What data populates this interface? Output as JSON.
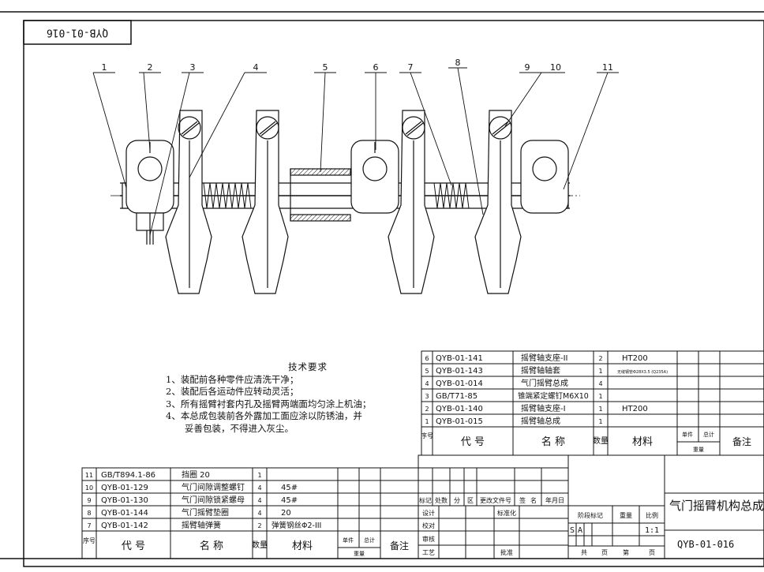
{
  "drawing_code_rotated": "QYB-01-016",
  "balloons": [
    "1",
    "2",
    "3",
    "4",
    "5",
    "6",
    "7",
    "8",
    "9",
    "10",
    "11"
  ],
  "tech_requirements": {
    "title": "技术要求",
    "items": [
      "1、装配前各种零件应清洗干净；",
      "2、装配后各运动件应转动灵活；",
      "3、所有摇臂衬套内孔及摇臂两端面均匀涂上机油；",
      "4、本总成包装前各外露加工面应涂以防锈油，并",
      "妥善包装，不得进入灰尘。"
    ]
  },
  "bom_upper": {
    "rows": [
      {
        "no": "6",
        "code": "QYB-01-141",
        "name": "摇臂轴支座-II",
        "qty": "2",
        "material": "HT200"
      },
      {
        "no": "5",
        "code": "QYB-01-143",
        "name": "摇臂轴轴套",
        "qty": "1",
        "material": "无缝钢管Φ28X3.5 (Q235A)"
      },
      {
        "no": "4",
        "code": "QYB-01-014",
        "name": "气门摇臂总成",
        "qty": "4",
        "material": ""
      },
      {
        "no": "3",
        "code": "GB/T71-85",
        "name": "锥端紧定螺钉M6X10",
        "qty": "1",
        "material": ""
      },
      {
        "no": "2",
        "code": "QYB-01-140",
        "name": "摇臂轴支座-I",
        "qty": "1",
        "material": "HT200"
      },
      {
        "no": "1",
        "code": "QYB-01-015",
        "name": "摇臂轴总成",
        "qty": "1",
        "material": ""
      }
    ],
    "header": {
      "no": "序号",
      "code": "代 号",
      "name": "名 称",
      "qty": "数量",
      "material": "材料",
      "unit": "单件",
      "total": "总计",
      "weight": "重量",
      "remark": "备注"
    }
  },
  "bom_lower": {
    "rows": [
      {
        "no": "11",
        "code": "GB/T894.1-86",
        "name": "挡圈 20",
        "qty": "1",
        "material": ""
      },
      {
        "no": "10",
        "code": "QYB-01-129",
        "name": "气门间隙调整螺钉",
        "qty": "4",
        "material": "45#"
      },
      {
        "no": "9",
        "code": "QYB-01-130",
        "name": "气门间隙锁紧螺母",
        "qty": "4",
        "material": "45#"
      },
      {
        "no": "8",
        "code": "QYB-01-144",
        "name": "气门摇臂垫圈",
        "qty": "4",
        "material": "20"
      },
      {
        "no": "7",
        "code": "QYB-01-142",
        "name": "摇臂轴弹簧",
        "qty": "2",
        "material": "弹簧钢丝Φ2-III"
      }
    ],
    "header": {
      "no": "序号",
      "code": "代 号",
      "name": "名 称",
      "qty": "数量",
      "material": "材料",
      "unit": "单件",
      "total": "总计",
      "weight": "重量",
      "remark": "备注"
    }
  },
  "title_block": {
    "rev_labels": [
      "标记",
      "处数",
      "分",
      "区",
      "更改文件号",
      "签",
      "名",
      "年月日"
    ],
    "design": "设计",
    "standardize": "标准化",
    "check": "校对",
    "review": "审核",
    "process": "工艺",
    "approve": "批准",
    "stage_label": "阶段标记",
    "weight_label": "重量",
    "scale_label": "比例",
    "stage_s": "S",
    "stage_a": "A",
    "scale": "1:1",
    "sheets_total": "共",
    "sheets_unit": "页",
    "sheet_no": "第",
    "sheet_unit": "页",
    "drawing_title": "气门摇臂机构总成",
    "drawing_code": "QYB-01-016"
  }
}
